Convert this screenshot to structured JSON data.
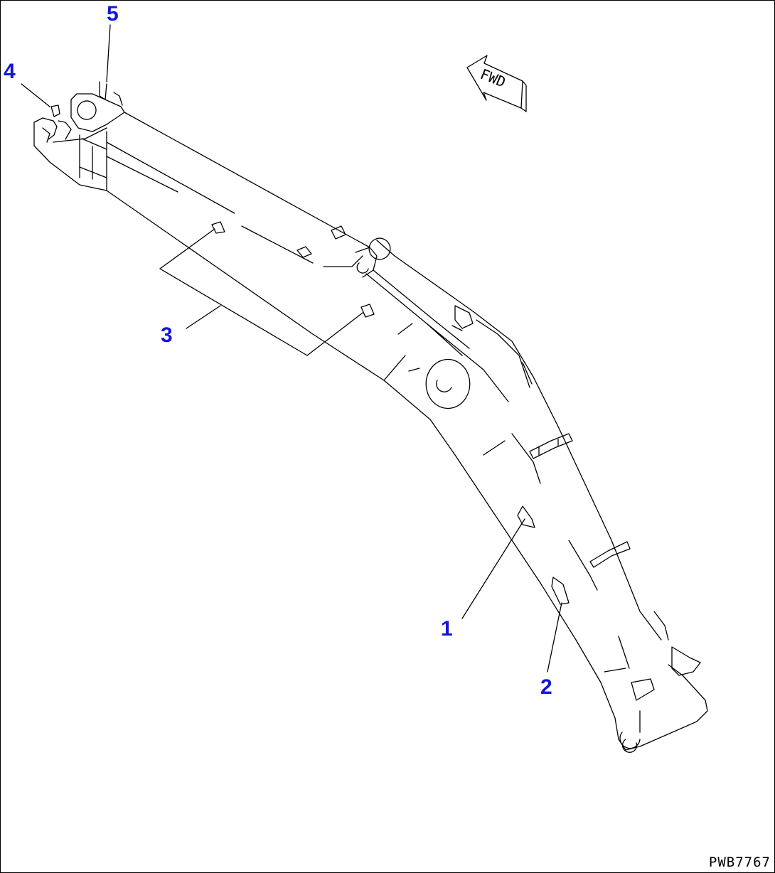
{
  "drawing": {
    "code": "PWB7767",
    "direction_label": "FWD",
    "callout_color": "#1515d6",
    "line_color": "#000000"
  },
  "callouts": [
    {
      "id": "1",
      "label": "1"
    },
    {
      "id": "2",
      "label": "2"
    },
    {
      "id": "3",
      "label": "3"
    },
    {
      "id": "4",
      "label": "4"
    },
    {
      "id": "5",
      "label": "5"
    }
  ]
}
